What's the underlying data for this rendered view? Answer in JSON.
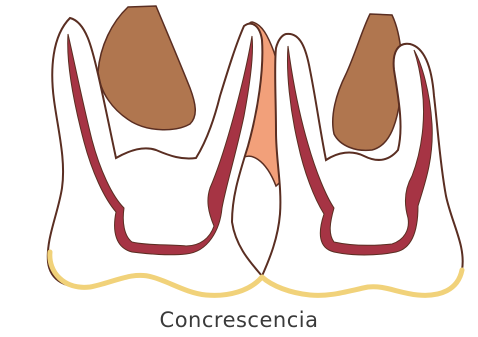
{
  "caption": "Concrescencia",
  "colors": {
    "background": "#ffffff",
    "outline": "#5a2e22",
    "bone": "#b0764f",
    "bone_shadow": "#8f5a3a",
    "pulp": "#a63444",
    "cementum_joint": "#f2a07a",
    "enamel": "#f1d27a",
    "dentin": "#ffffff"
  },
  "parts": [
    "bone-left",
    "bone-right",
    "tooth-left",
    "tooth-right",
    "fused-cementum",
    "pulp-left",
    "pulp-right",
    "enamel-left",
    "enamel-right"
  ]
}
